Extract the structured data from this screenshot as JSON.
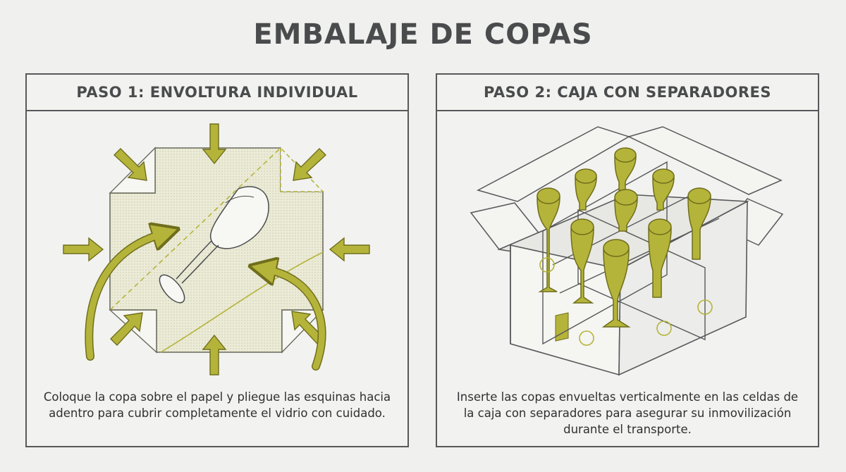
{
  "title": "EMBALAJE DE COPAS",
  "colors": {
    "accent": "#b5b43a",
    "accent_dark": "#6f6e1c",
    "paper": "#e9ead6",
    "line": "#57585a",
    "background": "#f0f0ee"
  },
  "steps": [
    {
      "header": "PASO 1: ENVOLTURA INDIVIDUAL",
      "caption": "Coloque la copa sobre el papel y pliegue las esquinas hacia adentro para cubrir completamente el vidrio con cuidado."
    },
    {
      "header": "PASO 2: CAJA CON SEPARADORES",
      "caption": "Inserte las copas envueltas verticalmente en las celdas de la caja con separadores para asegurar su inmovilización durante el transporte."
    }
  ]
}
